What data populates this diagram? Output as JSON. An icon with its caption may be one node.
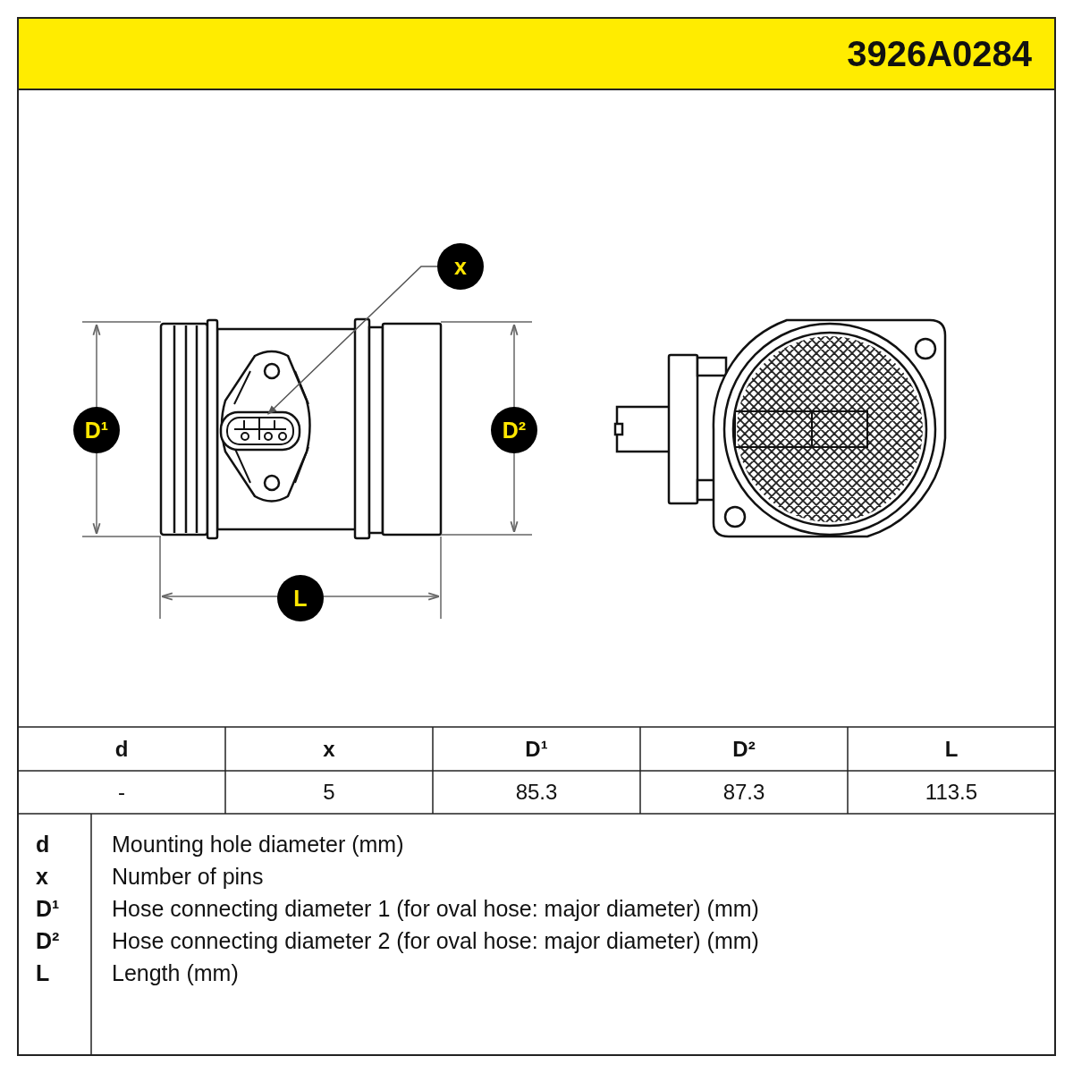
{
  "diagram": {
    "title": "3926A0284",
    "nodes": [
      {
        "text": [
          "x"
        ]
      },
      {
        "text": [],
        "shape": "picture"
      },
      {
        "text": [
          "D¹"
        ]
      },
      {
        "text": [
          "D²"
        ]
      },
      {
        "text": [
          "L"
        ]
      }
    ],
    "edges": [
      {
        "from": 0,
        "to": 1,
        "arrow": "to"
      }
    ],
    "labels": [
      "d",
      "x",
      "D¹",
      "D²",
      "L",
      "-",
      "5",
      "85.3",
      "87.3",
      "113.5",
      "d",
      "Mounting hole diameter (mm)",
      "x",
      "Number of pins",
      "D¹",
      "Hose connecting diameter 1 (for oval hose: major diameter) (mm)",
      "D²",
      "Hose connecting diameter 2 (for oval hose: major diameter) (mm)",
      "L",
      "Length (mm)"
    ]
  }
}
